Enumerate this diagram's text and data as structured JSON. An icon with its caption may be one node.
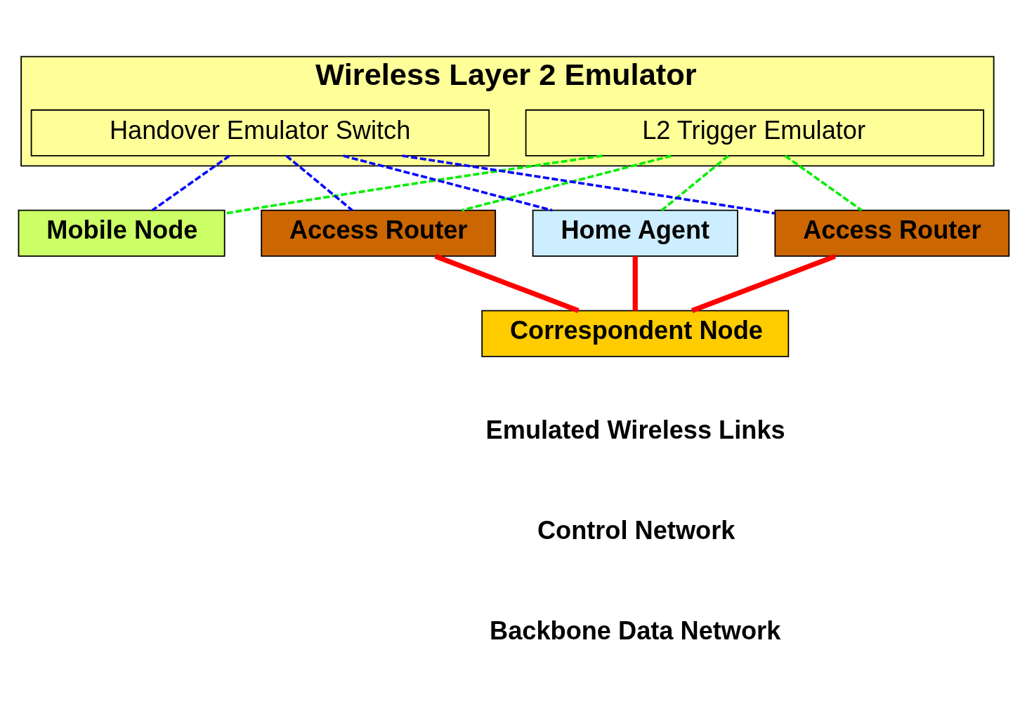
{
  "diagram": {
    "nodes": [
      {
        "text": [
          "Wireless Layer 2 Emulator"
        ]
      },
      {
        "text": [
          "L2 Trigger Emulator"
        ],
        "in": 0
      },
      {
        "text": [
          "Handover Emulator Switch"
        ],
        "in": 0
      },
      {
        "text": [
          "Mobile Node"
        ]
      },
      {
        "text": [
          "Access Router"
        ]
      },
      {
        "text": [
          "Access Router"
        ]
      },
      {
        "text": [
          "Home Agent"
        ]
      },
      {
        "text": [
          "Correspondent Node"
        ]
      }
    ],
    "edges": [
      {
        "from": 2,
        "to": 3,
        "arrow": "none",
        "style": "dashed",
        "color": "#0000ff"
      },
      {
        "from": 2,
        "to": 4,
        "arrow": "none",
        "style": "dashed",
        "color": "#0000ff"
      },
      {
        "from": 2,
        "to": 5,
        "arrow": "none",
        "style": "dashed",
        "color": "#0000ff"
      },
      {
        "from": 2,
        "to": 6,
        "arrow": "none",
        "style": "dashed",
        "color": "#0000ff"
      },
      {
        "from": 1,
        "to": 3,
        "arrow": "none",
        "style": "dashed",
        "color": "#00ee00"
      },
      {
        "from": 1,
        "to": 4,
        "arrow": "none",
        "style": "dashed",
        "color": "#00ee00"
      },
      {
        "from": 1,
        "to": 5,
        "arrow": "none",
        "style": "dashed",
        "color": "#00ee00"
      },
      {
        "from": 1,
        "to": 6,
        "arrow": "none",
        "style": "dashed",
        "color": "#00ee00"
      },
      {
        "from": 4,
        "to": 7,
        "arrow": "none",
        "style": "thick",
        "color": "#ff0000"
      },
      {
        "from": 5,
        "to": 7,
        "arrow": "none",
        "style": "thick",
        "color": "#ff0000"
      },
      {
        "from": 6,
        "to": 7,
        "arrow": "none",
        "style": "thick",
        "color": "#ff0000"
      }
    ],
    "legend": [
      {
        "text": "Emulated Wireless Links"
      },
      {
        "text": "Control Network"
      },
      {
        "text": "Backbone Data Network"
      }
    ]
  }
}
